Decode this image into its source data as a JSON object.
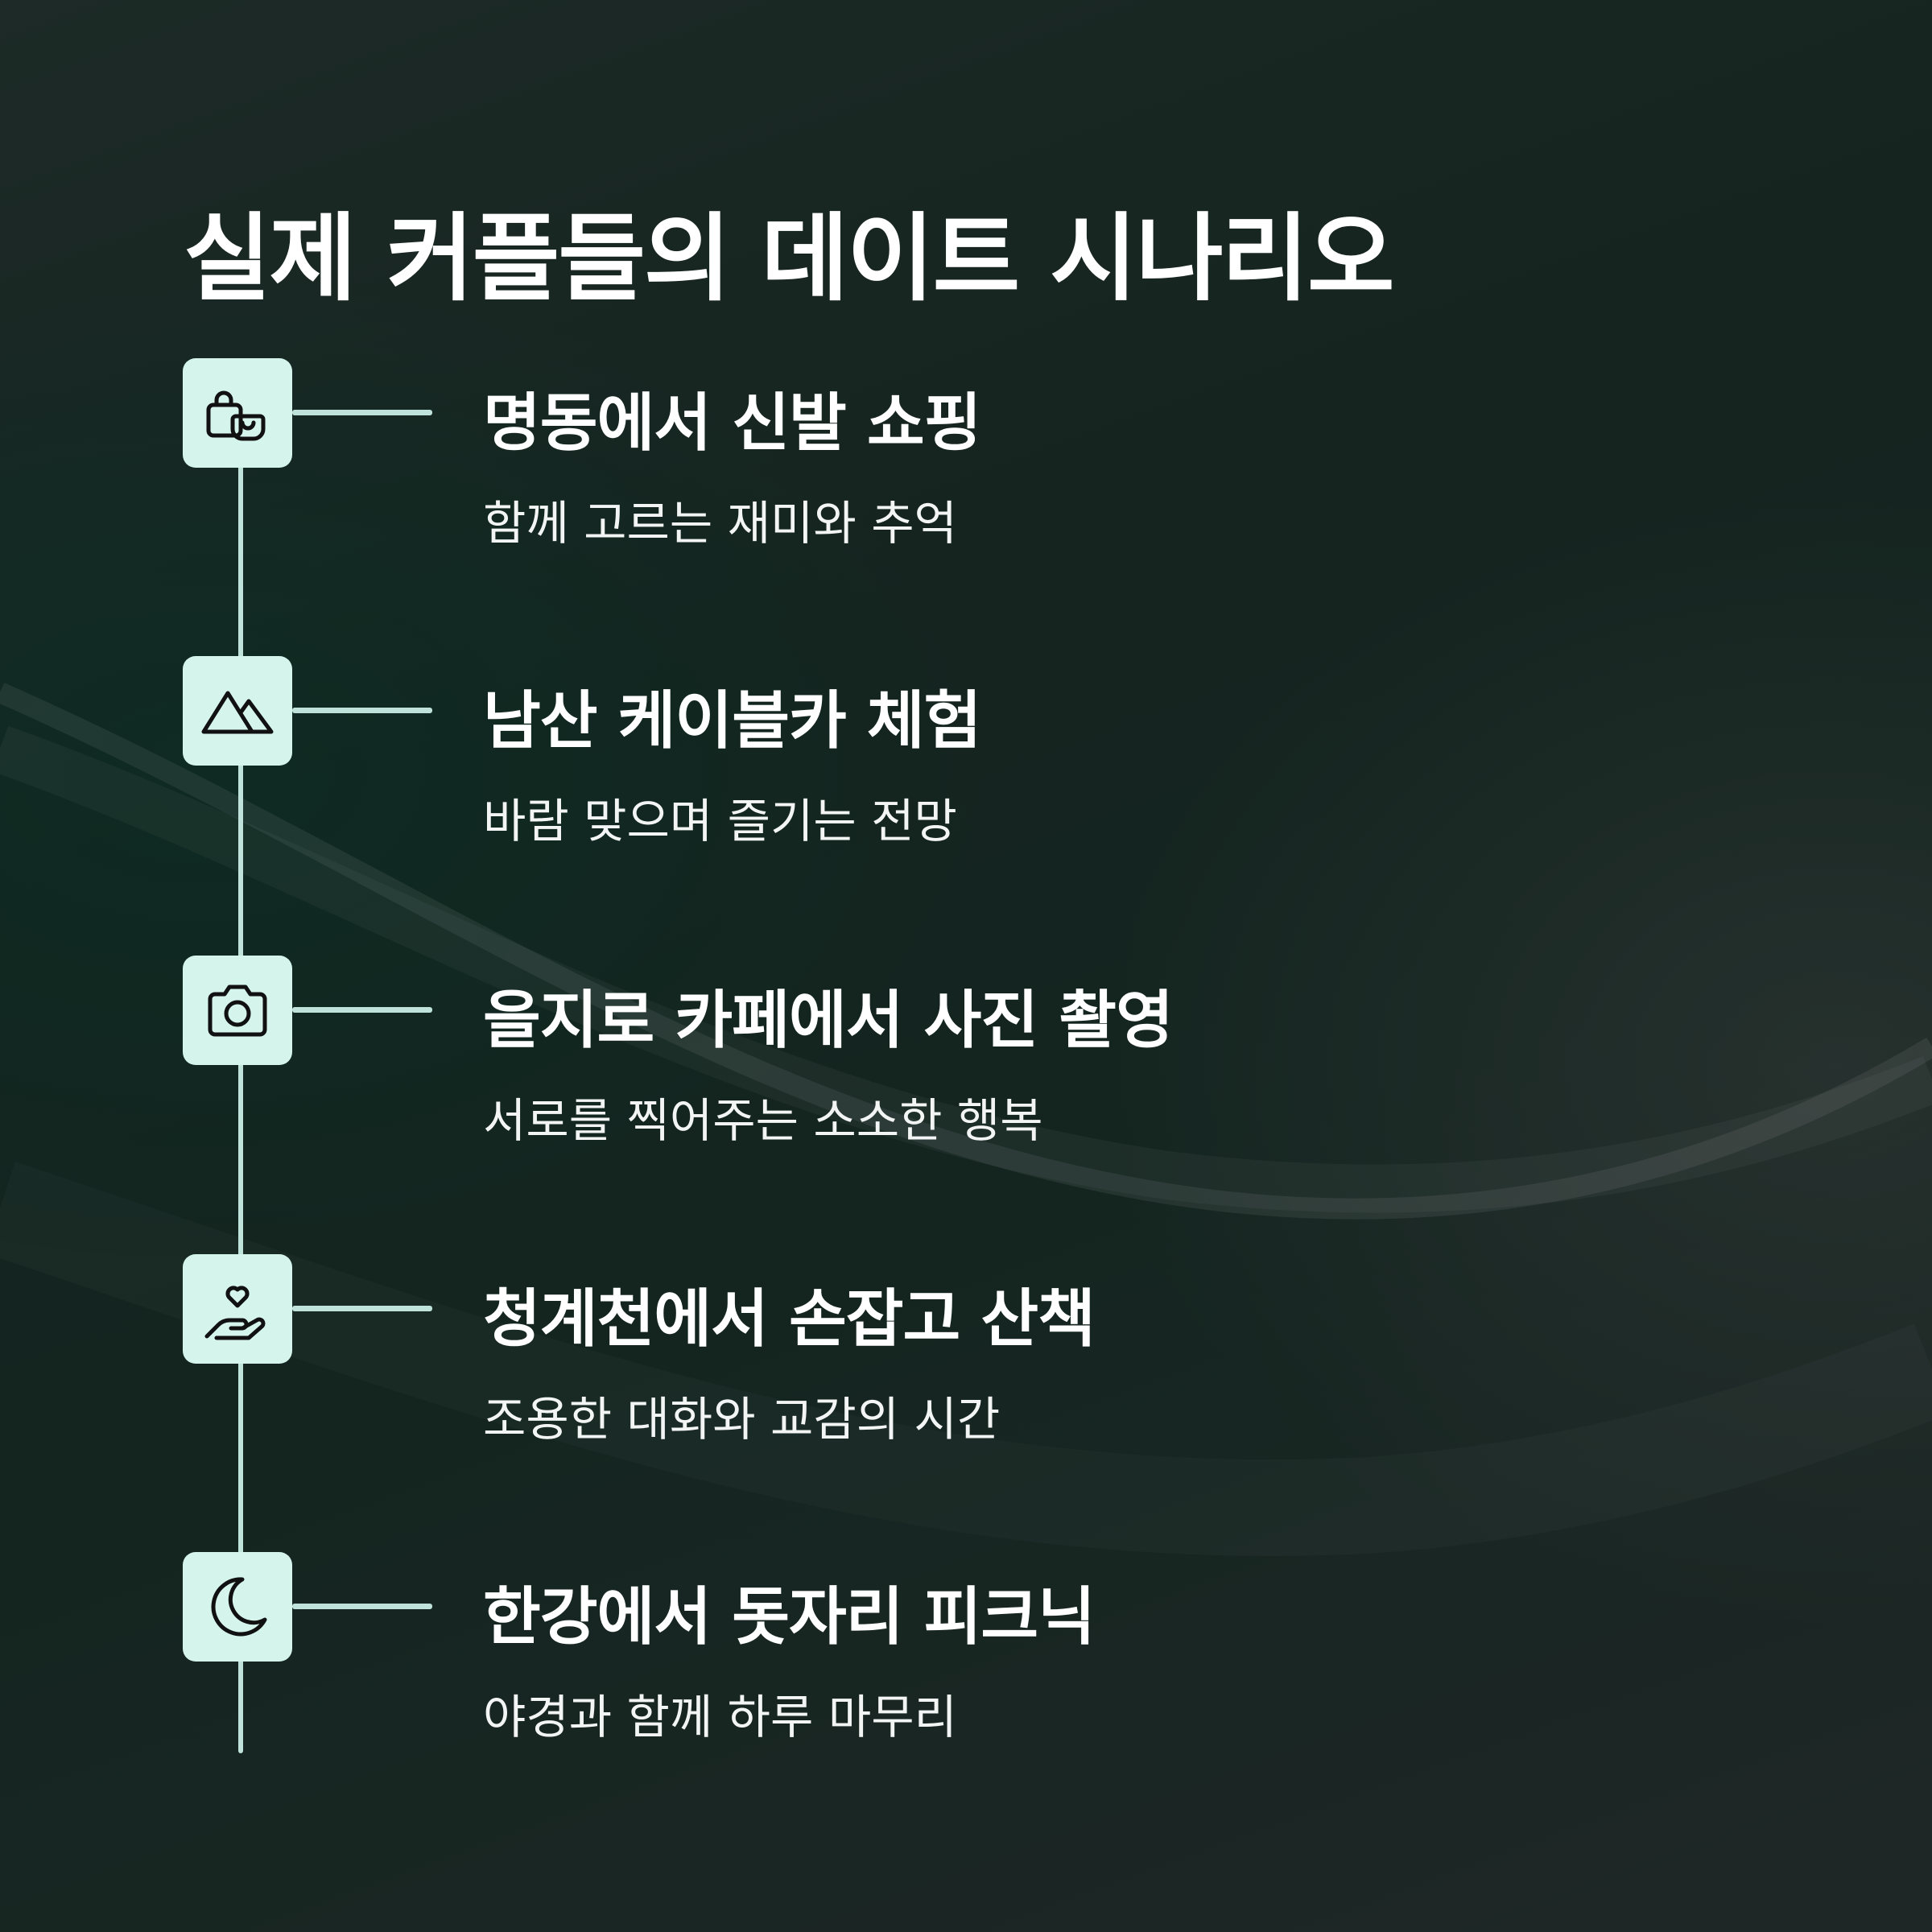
{
  "title": "실제 커플들의 데이트 시나리오",
  "colors": {
    "icon_bg": "#d5f4ec",
    "line": "#bfe3da",
    "text": "#ffffff"
  },
  "steps": [
    {
      "icon": "shopping-bag-icon",
      "title": "명동에서 신발 쇼핑",
      "desc": "함께 고르는 재미와 추억"
    },
    {
      "icon": "mountain-icon",
      "title": "남산 케이블카 체험",
      "desc": "바람 맞으며 즐기는 전망"
    },
    {
      "icon": "camera-icon",
      "title": "을지로 카페에서 사진 촬영",
      "desc": "서로를 찍어주는 소소한 행복"
    },
    {
      "icon": "heart-hand-icon",
      "title": "청계천에서 손잡고 산책",
      "desc": "조용한 대화와 교감의 시간"
    },
    {
      "icon": "moon-icon",
      "title": "한강에서 돗자리 피크닉",
      "desc": "야경과 함께 하루 마무리"
    }
  ]
}
